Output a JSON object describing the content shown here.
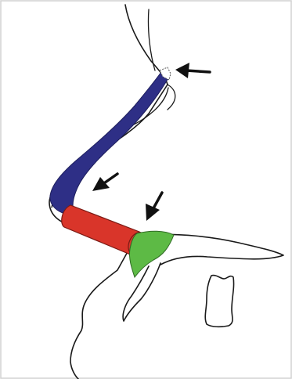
{
  "figure": {
    "colors": {
      "background": "#ffffff",
      "border": "#d0d0d0",
      "outline": "#1a1a1a",
      "upper_segment": "#2e2f86",
      "middle_segment": "#d9352a",
      "lower_segment": "#5dba45",
      "arrow": "#111111"
    },
    "segments": [
      "upper-blue-segment",
      "middle-red-segment",
      "lower-green-segment"
    ],
    "arrows": [
      "arrow-upper-tip",
      "arrow-middle",
      "arrow-lower"
    ]
  }
}
